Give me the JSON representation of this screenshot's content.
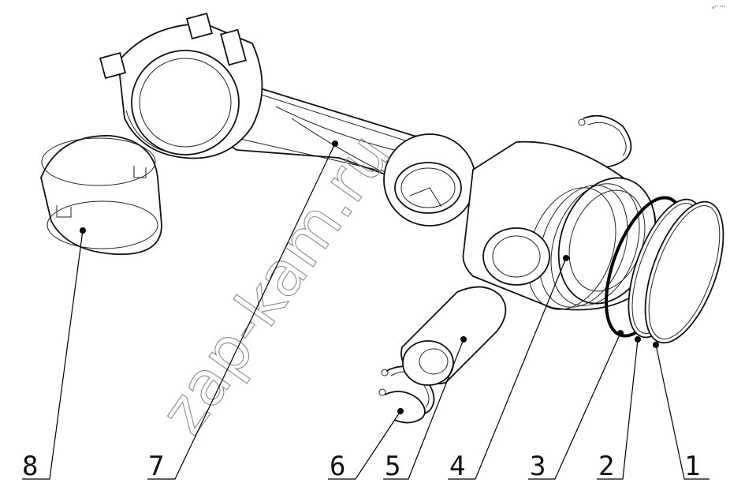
{
  "watermark": "zap-kam.ru",
  "corner_mark": "a°° °°°",
  "callouts": [
    {
      "number": "8",
      "part": "bearing-shell"
    },
    {
      "number": "7",
      "part": "connecting-rod"
    },
    {
      "number": "6",
      "part": "retaining-ring"
    },
    {
      "number": "5",
      "part": "piston-pin"
    },
    {
      "number": "4",
      "part": "piston"
    },
    {
      "number": "3",
      "part": "oil-scraper-ring"
    },
    {
      "number": "2",
      "part": "compression-ring-2"
    },
    {
      "number": "1",
      "part": "compression-ring-1"
    }
  ]
}
